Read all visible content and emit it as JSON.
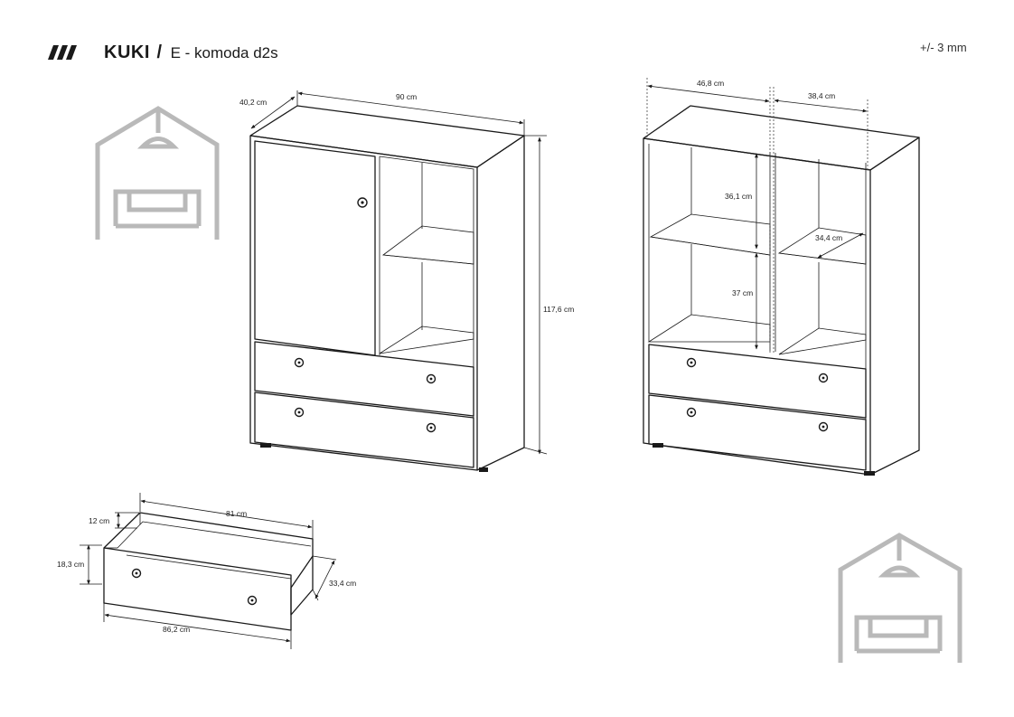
{
  "header": {
    "product": "KUKI",
    "separator": "/",
    "variant": "E - komoda d2s",
    "tolerance": "+/- 3 mm"
  },
  "closed_view": {
    "depth": "40,2 cm",
    "width": "90 cm",
    "height": "117,6 cm"
  },
  "open_view": {
    "left_section_width": "46,8 cm",
    "right_section_width": "38,4 cm",
    "upper_compartment_height": "36,1 cm",
    "lower_compartment_height": "37 cm",
    "shelf_depth": "34,4 cm"
  },
  "drawer_view": {
    "inner_width": "81 cm",
    "side_height": "12 cm",
    "front_height": "18,3 cm",
    "depth": "33,4 cm",
    "front_width": "86,2 cm"
  },
  "colors": {
    "line": "#1a1a1a",
    "logo_gray": "#b9b9b9"
  },
  "icons": [
    "brand-slashes-icon",
    "house-sofa-logo-icon"
  ]
}
